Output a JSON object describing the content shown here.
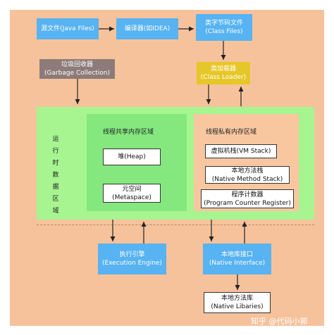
{
  "source_file": {
    "line1": "源文件(Java Files)"
  },
  "compiler": {
    "line1": "编译器(如IDEA)"
  },
  "bytecode_file": {
    "line1": "类字节码文件",
    "line2": "(Class Files)"
  },
  "gc": {
    "line1": "垃圾回收器",
    "line2": "(Garbage Collection)"
  },
  "class_loader": {
    "line1": "类加载器",
    "line2": "(Class Loader)"
  },
  "runtime_area": {
    "label": "运行时数据区域"
  },
  "shared_area": {
    "title": "线程共享内存区域",
    "heap": "堆(Heap)",
    "metaspace": {
      "line1": "元空间",
      "line2": "(Metaspace)"
    }
  },
  "private_area": {
    "title": "线程私有内存区域",
    "vm_stack": "虚拟机栈(VM Stack)",
    "native_stack": {
      "line1": "本地方法栈",
      "line2": "(Native Method Stack)"
    },
    "pc_register": {
      "line1": "程序计数器",
      "line2": "(Program Counter Register)"
    }
  },
  "execution_engine": {
    "line1": "执行引擎",
    "line2": "(Execution Engine)"
  },
  "native_interface": {
    "line1": "本地库接口",
    "line2": "(Native Interface)"
  },
  "native_libraries": {
    "line1": "本地方法库",
    "line2": "(Native Libaries)"
  },
  "watermark": "知乎 @代码小郭"
}
